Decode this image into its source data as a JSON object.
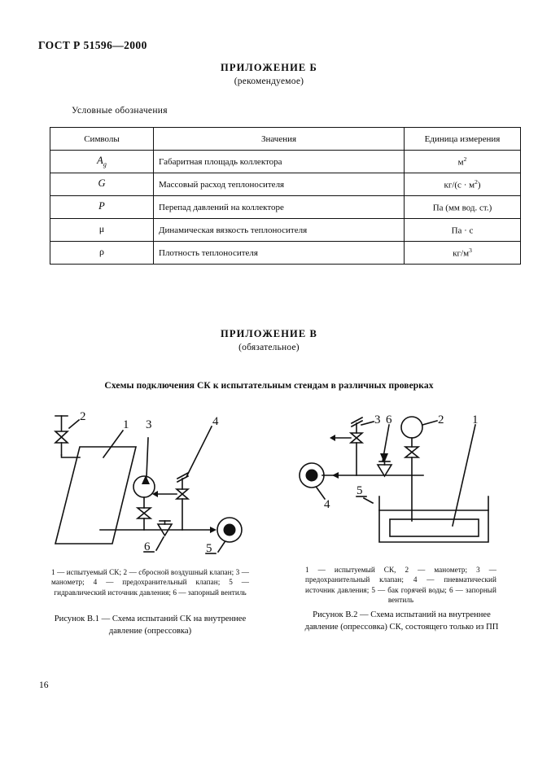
{
  "document": {
    "standard_header": "ГОСТ Р 51596—2000",
    "page_number": "16"
  },
  "annex_b": {
    "title": "ПРИЛОЖЕНИЕ Б",
    "subtitle": "(рекомендуемое)",
    "legend_caption": "Условные  обозначения"
  },
  "symbols_table": {
    "headers": [
      "Символы",
      "Значения",
      "Единица измерения"
    ],
    "rows": [
      {
        "symbol": "A",
        "symbol_sub": "g",
        "symbol_upright": false,
        "meaning": "Габаритная площадь коллектора",
        "unit": "м",
        "unit_sup": "2"
      },
      {
        "symbol": "G",
        "symbol_sub": "",
        "symbol_upright": false,
        "meaning": "Массовый расход теплоносителя",
        "unit": "кг/(с · м",
        "unit_sup": "2",
        "unit_tail": ")"
      },
      {
        "symbol": "P",
        "symbol_sub": "",
        "symbol_upright": false,
        "meaning": "Перепад давлений на коллекторе",
        "unit": "Па (мм вод. ст.)",
        "unit_sup": ""
      },
      {
        "symbol": "μ",
        "symbol_sub": "",
        "symbol_upright": true,
        "meaning": "Динамическая вязкость теплоносителя",
        "unit": "Па · с",
        "unit_sup": ""
      },
      {
        "symbol": "ρ",
        "symbol_sub": "",
        "symbol_upright": true,
        "meaning": "Плотность теплоносителя",
        "unit": "кг/м",
        "unit_sup": "3"
      }
    ]
  },
  "annex_v": {
    "title": "ПРИЛОЖЕНИЕ В",
    "subtitle": "(обязательное)",
    "schemes_heading": "Схемы подключения СК к испытательным стендам в различных проверках"
  },
  "figure_b1": {
    "callouts": [
      "1",
      "2",
      "3",
      "4",
      "5",
      "6"
    ],
    "legend": "1 — испытуемый  СК;  2 — сбросной воздушный клапан; 3 —  манометр;  4 — предохранительный клапан;  5 — гидравлический  источник  давления;  6 — запорный вентиль",
    "caption": "Рисунок В.1 — Схема  испытаний  СК на внутреннее давление  (опрессовка)",
    "elements": {
      "collector": "solar-collector-panel",
      "air_valve": "air-relief-valve",
      "manometer": "pressure-gauge",
      "safety_valve": "safety-relief-valve",
      "pressure_source": "hydraulic-pressure-source",
      "shutoff_valve": "shutoff-valve"
    }
  },
  "figure_b2": {
    "callouts": [
      "1",
      "2",
      "3",
      "4",
      "5",
      "6"
    ],
    "legend": "1 — испытуемый  СК,  2 — манометр;  3 — предохранительный клапан; 4 — пневматический источник  давления;  5 — бак  горячей воды;  6 — запорный вентиль",
    "caption": "Рисунок В.2 — Схема испытаний на внутреннее  давление  (опрессовка)  СК,  состоящего только из ПП",
    "elements": {
      "tank": "hot-water-tank",
      "absorber": "absorber-plate",
      "manometer": "pressure-gauge",
      "safety_valve": "safety-relief-valve",
      "pressure_source": "pneumatic-pressure-source",
      "shutoff_valve": "shutoff-valve"
    }
  }
}
